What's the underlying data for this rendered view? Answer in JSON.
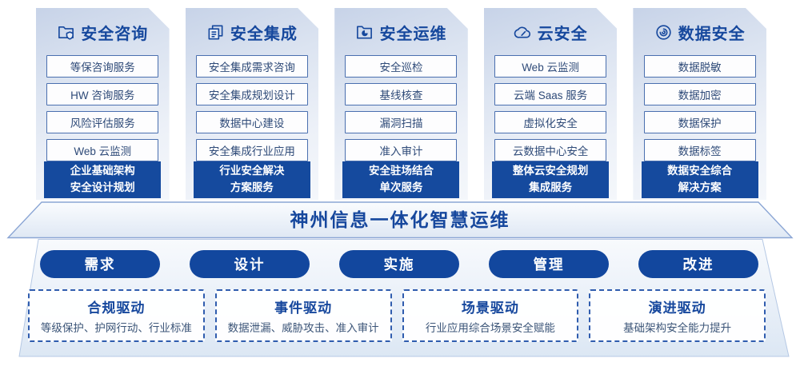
{
  "colors": {
    "primary": "#154a9e",
    "title_blue": "#16489d",
    "item_border": "#4a6faf",
    "dashed_border": "#2f5cae"
  },
  "columns": [
    {
      "title": "安全咨询",
      "icon": "folder-shield-icon",
      "items": [
        "等保咨询服务",
        "HW 咨询服务",
        "风险评估服务",
        "Web 云监测"
      ],
      "highlight": [
        "企业基础架构",
        "安全设计规划"
      ]
    },
    {
      "title": "安全集成",
      "icon": "documents-icon",
      "items": [
        "安全集成需求咨询",
        "安全集成规划设计",
        "数据中心建设",
        "安全集成行业应用"
      ],
      "highlight": [
        "行业安全解决",
        "方案服务"
      ]
    },
    {
      "title": "安全运维",
      "icon": "folder-chart-icon",
      "items": [
        "安全巡检",
        "基线核查",
        "漏洞扫描",
        "准入审计"
      ],
      "highlight": [
        "安全驻场结合",
        "单次服务"
      ]
    },
    {
      "title": "云安全",
      "icon": "cloud-icon",
      "items": [
        "Web 云监测",
        "云端 Saas 服务",
        "虚拟化安全",
        "云数据中心安全"
      ],
      "highlight": [
        "整体云安全规划",
        "集成服务"
      ]
    },
    {
      "title": "数据安全",
      "icon": "fingerprint-icon",
      "items": [
        "数据脱敏",
        "数据加密",
        "数据保护",
        "数据标签"
      ],
      "highlight": [
        "数据安全综合",
        "解决方案"
      ]
    }
  ],
  "banner": {
    "title": "神州信息一体化智慧运维"
  },
  "process": [
    "需求",
    "设计",
    "实施",
    "管理",
    "改进"
  ],
  "drivers": [
    {
      "title": "合规驱动",
      "desc": "等级保护、护网行动、行业标准"
    },
    {
      "title": "事件驱动",
      "desc": "数据泄漏、威胁攻击、准入审计"
    },
    {
      "title": "场景驱动",
      "desc": "行业应用综合场景安全赋能"
    },
    {
      "title": "演进驱动",
      "desc": "基础架构安全能力提升"
    }
  ]
}
